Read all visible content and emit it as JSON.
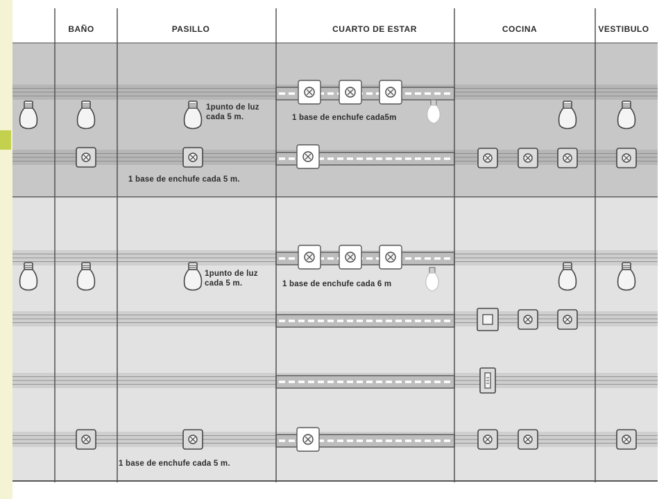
{
  "rooms": {
    "bano": "BAÑO",
    "pasillo": "PASILLO",
    "cuarto_estar": "CUARTO DE ESTAR",
    "cocina": "COCINA",
    "vestibulo": "VESTIBULO"
  },
  "notes": {
    "top_light_pasillo": "1punto de luz",
    "top_light_pasillo_2": "cada  5 m.",
    "top_outlet_estar": "1 base  de enchufe cada5m",
    "top_outlet_pasillo": "1 base de enchufe  cada 5 m.",
    "bottom_light_pasillo": "1punto de luz",
    "bottom_light_pasillo_2": "cada  5 m.",
    "bottom_outlet_estar": "1 base  de enchufe  cada  6 m",
    "bottom_outlet_pasillo": "1 base  de enchufe  cada  5 m."
  },
  "colors": {
    "panel_top": "#c7c7c7",
    "panel_bottom": "#e2e2e2",
    "divider": "#505050",
    "deco_stripe": "#f4f3d3",
    "deco_tab": "#c3d14e"
  }
}
